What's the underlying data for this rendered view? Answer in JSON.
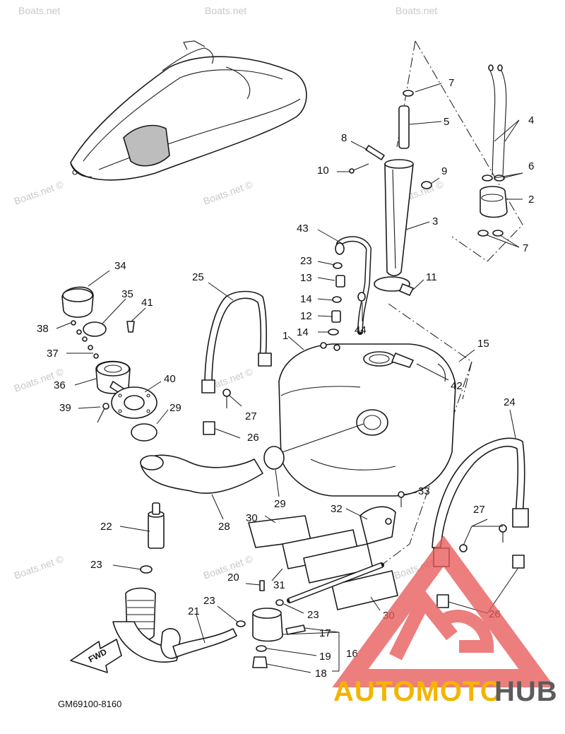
{
  "diagram": {
    "code": "GM69100-8160",
    "fwd_label": "FWD",
    "callouts": [
      "1",
      "2",
      "3",
      "4",
      "5",
      "6",
      "7",
      "8",
      "9",
      "10",
      "11",
      "12",
      "13",
      "14",
      "15",
      "16",
      "17",
      "18",
      "19",
      "20",
      "21",
      "22",
      "23",
      "24",
      "25",
      "26",
      "27",
      "28",
      "29",
      "30",
      "31",
      "32",
      "33",
      "34",
      "35",
      "36",
      "37",
      "38",
      "39",
      "40",
      "41",
      "42",
      "43",
      "44"
    ]
  },
  "watermark": {
    "text": "Boats.net ©",
    "partial_text": "Boats.net"
  },
  "logo": {
    "part1": "AUTOMOTO",
    "part2": "HUB",
    "color1": "#f3b400",
    "color2": "#5c5c5c",
    "triangle_color": "#e85a5a"
  }
}
